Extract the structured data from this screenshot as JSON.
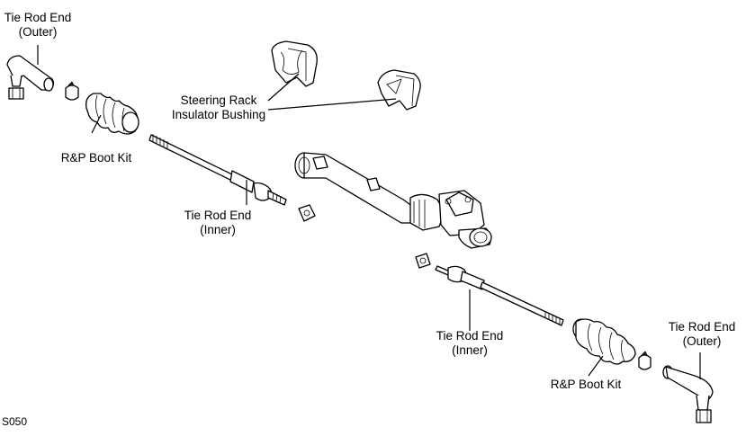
{
  "labels": {
    "tie_rod_end_outer_left": {
      "line1": "Tie Rod End",
      "line2": "(Outer)"
    },
    "rp_boot_kit_left": "R&P Boot Kit",
    "steering_rack_insulator_bushing": {
      "line1": "Steering Rack",
      "line2": "Insulator Bushing"
    },
    "tie_rod_end_inner_left": {
      "line1": "Tie Rod End",
      "line2": "(Inner)"
    },
    "tie_rod_end_inner_right": {
      "line1": "Tie Rod End",
      "line2": "(Inner)"
    },
    "tie_rod_end_outer_right": {
      "line1": "Tie Rod End",
      "line2": "(Outer)"
    },
    "rp_boot_kit_right": "R&P Boot Kit"
  },
  "figure_code": "S050"
}
